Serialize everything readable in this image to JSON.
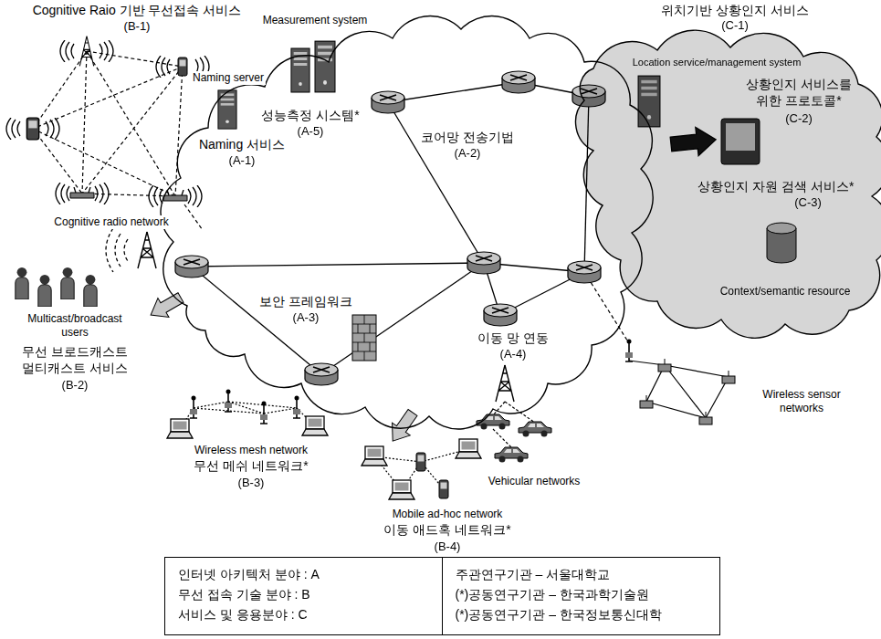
{
  "diagram": {
    "nodes": [
      {
        "text": [
          "Naming 서비스",
          "(A-1)",
          "성능측정 시스템*",
          "(A-5)",
          "코어망 전송기법",
          "(A-2)",
          "보안 프레임워크",
          "(A-3)",
          "이동 망 연동",
          "(A-4)"
        ]
      },
      {
        "text": [
          "위치기반 상황인지 서비스",
          "(C-1)",
          "Location service/management system",
          "상황인지 서비스를 위한 프로토콜*",
          "(C-2)",
          "상황인지 자원 검색 서비스*",
          "(C-3)",
          "Context/semantic resource"
        ]
      },
      {
        "text": [
          "인터넷 아키텍처 분야 : A",
          "무선 접속 기술 분야 : B",
          "서비스 및 응용분야 : C"
        ]
      },
      {
        "text": [
          "주관연구기관 – 서울대학교",
          "(*)공동연구기관 – 한국과학기술원",
          "(*)공동연구기관 – 한국정보통신대학"
        ]
      }
    ],
    "labels": [
      "Cognitive Raio 기반 무선접속 서비스",
      "(B-1)",
      "Cognitive radio network",
      "Naming server",
      "Measurement system",
      "Multicast/broadcast users",
      "무선 브로드캐스트 멀티캐스트 서비스",
      "(B-2)",
      "Wireless mesh network",
      "무선 메쉬 네트워크*",
      "(B-3)",
      "Mobile ad-hoc network",
      "이동 애드혹 네트워크*",
      "(B-4)",
      "Vehicular networks",
      "Wireless sensor networks"
    ]
  }
}
